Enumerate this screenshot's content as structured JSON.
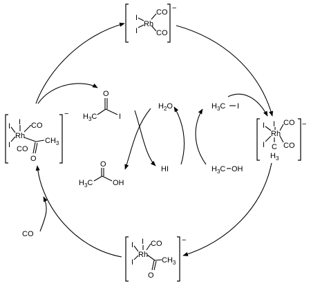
{
  "colors": {
    "ink": "#000000",
    "background": "#ffffff"
  },
  "complex_top": {
    "metal": "Rh",
    "iodide_a": "I",
    "iodide_b": "I",
    "co_a": "CO",
    "co_b": "CO",
    "charge": "−"
  },
  "complex_right": {
    "metal": "Rh",
    "iodide_a": "I",
    "iodide_b": "I",
    "iodide_c": "I",
    "co_a": "CO",
    "co_b": "CO",
    "methyl_c": "C",
    "methyl_h": "H",
    "methyl_n": "3",
    "charge": "−"
  },
  "complex_bottom": {
    "metal": "Rh",
    "iodide_a": "I",
    "iodide_b": "I",
    "iodide_c": "I",
    "co_a": "CO",
    "acyl_ch": "CH",
    "acyl_n": "3",
    "acyl_o": "O",
    "charge": "−"
  },
  "complex_left": {
    "metal": "Rh",
    "iodide_a": "I",
    "iodide_b": "I",
    "iodide_c": "I",
    "co_a": "CO",
    "co_b": "CO",
    "acyl_ch": "CH",
    "acyl_n": "3",
    "acyl_o": "O",
    "charge": "−"
  },
  "species": {
    "acetyl_iodide": {
      "o": "O",
      "i": "I",
      "h": "H",
      "n": "3",
      "c": "C"
    },
    "acetic_acid": {
      "o": "O",
      "oh": "OH",
      "h": "H",
      "n": "3",
      "c": "C"
    },
    "water": {
      "h": "H",
      "n": "2",
      "o": "O"
    },
    "hydrogen_iodide": "HI",
    "methyl_iodide": {
      "h": "H",
      "n": "3",
      "c": "C",
      "i": "I"
    },
    "methanol": {
      "h": "H",
      "n": "3",
      "c": "C",
      "oh": "OH"
    },
    "carbon_monoxide": "CO"
  }
}
